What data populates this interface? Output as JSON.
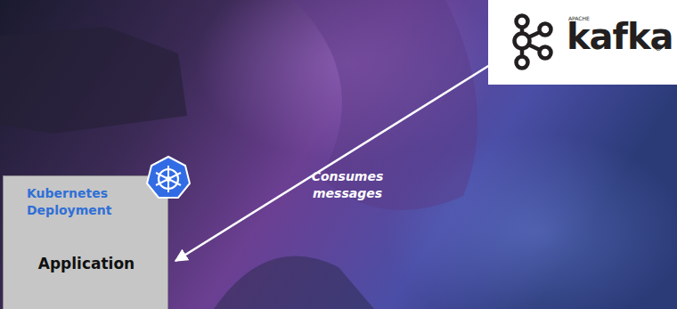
{
  "diagram": {
    "nodes": [
      {
        "text": [
          "APACHE",
          "kafka",
          "®"
        ]
      },
      {
        "text": [
          "Kubernetes Deployment",
          "Application"
        ]
      }
    ],
    "edges": [
      {
        "from": 0,
        "to": 1,
        "label": "Consumes messages",
        "arrow": "to"
      }
    ]
  }
}
